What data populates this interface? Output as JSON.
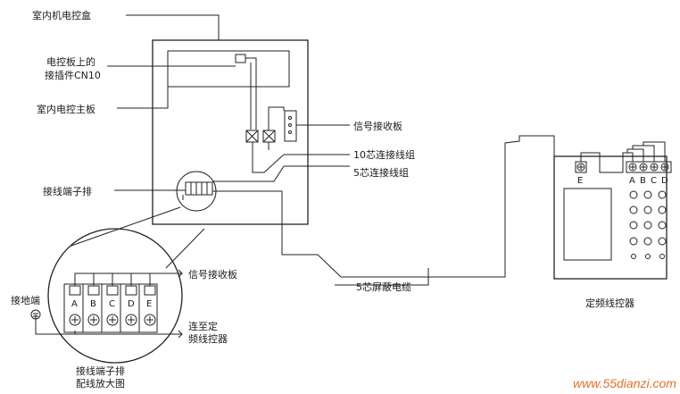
{
  "labels": {
    "indoor_box": "室内机电控盒",
    "cn10_line1": "电控板上的",
    "cn10_line2": "接插件CN10",
    "main_board": "室内电控主板",
    "signal_board": "信号接收板",
    "cable10": "10芯连接线组",
    "cable5": "5芯连接线组",
    "terminal_strip": "接线端子排",
    "shield_cable": "5芯屏蔽电缆",
    "controller": "定频线控器",
    "ground": "接地端",
    "zoom_signal": "信号接收板",
    "to_ctrl_line1": "连至定",
    "to_ctrl_line2": "频线控器",
    "zoom_caption1": "接线端子排",
    "zoom_caption2": "配线放大图"
  },
  "terminals": [
    "A",
    "B",
    "C",
    "D",
    "E"
  ],
  "controller_terminals": {
    "ground": "E",
    "signals": [
      "A",
      "B",
      "C",
      "D"
    ]
  },
  "watermark": {
    "text": "www.55dianzi.com",
    "color": "#e0742a"
  }
}
